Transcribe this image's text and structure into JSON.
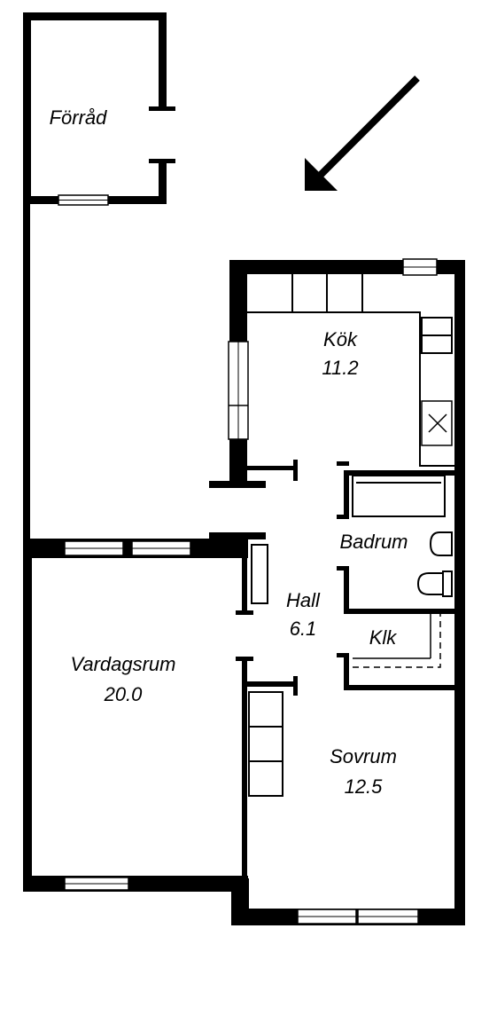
{
  "rooms": {
    "forrad": {
      "name": "Förråd"
    },
    "kok": {
      "name": "Kök",
      "area": "11.2"
    },
    "badrum": {
      "name": "Badrum"
    },
    "hall": {
      "name": "Hall",
      "area": "6.1"
    },
    "klk": {
      "name": "Klk"
    },
    "vardagsrum": {
      "name": "Vardagsrum",
      "area": "20.0"
    },
    "sovrum": {
      "name": "Sovrum",
      "area": "12.5"
    }
  },
  "colors": {
    "wall": "#000000",
    "background": "#ffffff"
  },
  "icons": {
    "entrance": "entrance-arrow-icon"
  }
}
